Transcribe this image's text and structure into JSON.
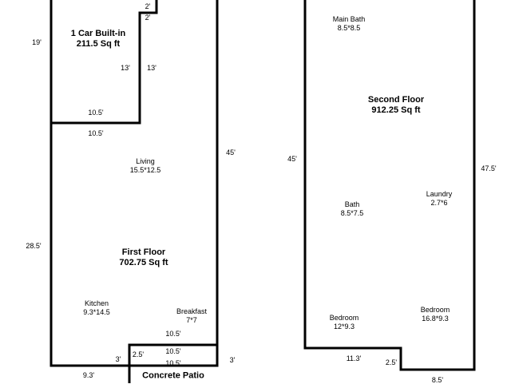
{
  "first_floor": {
    "title": "First Floor",
    "area": "702.75 Sq ft",
    "garage": {
      "name": "1 Car Built-in",
      "area": "211.5 Sq ft"
    },
    "rooms": [
      {
        "name": "Living",
        "size": "15.5*12.5"
      },
      {
        "name": "Kitchen",
        "size": "9.3*14.5"
      },
      {
        "name": "Breakfast",
        "size": "7*7"
      }
    ],
    "patio": {
      "name": "Concrete Patio"
    }
  },
  "second_floor": {
    "title": "Second Floor",
    "area": "912.25 Sq ft",
    "rooms": [
      {
        "name": "Main Bath",
        "size": "8.5*8.5"
      },
      {
        "name": "Bath",
        "size": "8.5*7.5"
      },
      {
        "name": "Laundry",
        "size": "2.7*6"
      },
      {
        "name": "Bedroom",
        "size": "12*9.3"
      },
      {
        "name": "Bedroom",
        "size": "16.8*9.3"
      }
    ]
  },
  "dimensions": {
    "garage_notch_top": "2'",
    "garage_notch_side": "2'",
    "garage_height": "19'",
    "garage_inner_left": "13'",
    "garage_inner_right": "13'",
    "garage_width": "10.5'",
    "living_width": "10.5'",
    "first_floor_right": "45'",
    "first_floor_left": "28.5'",
    "patio_top": "10.5'",
    "patio_left": "2.5'",
    "patio_mid": "10.5'",
    "patio_bottom": "10.5'",
    "patio_right": "3'",
    "bottom_notch": "3'",
    "bottom_left": "9.3'",
    "second_floor_left": "45'",
    "second_floor_right": "47.5'",
    "second_bottom_left": "11.3'",
    "second_step": "2.5'",
    "second_bottom_right": "8.5'"
  }
}
